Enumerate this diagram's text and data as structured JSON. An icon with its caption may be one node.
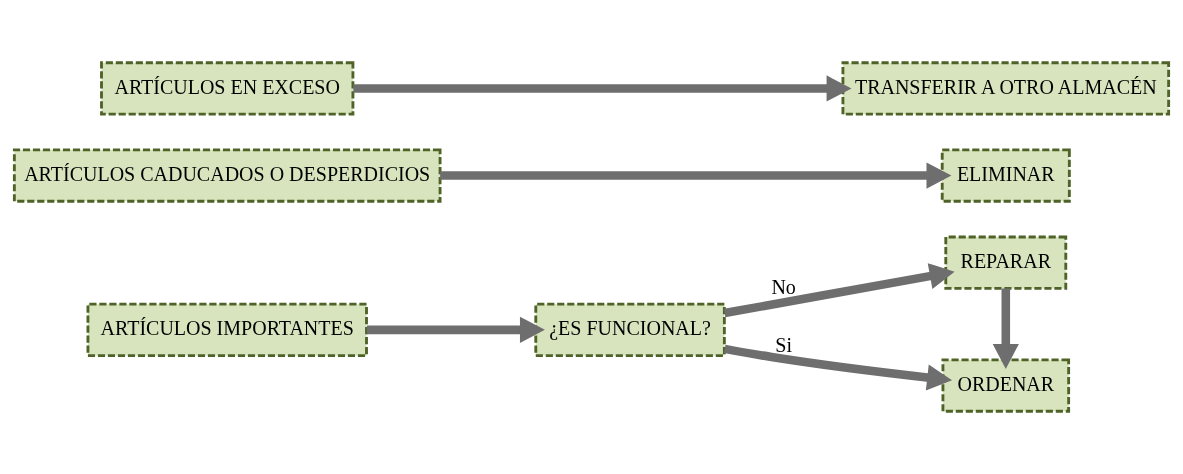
{
  "diagram": {
    "nodes": [
      {
        "text": [
          "ARTÍCULOS IMPORTANTES"
        ]
      },
      {
        "text": [
          "¿ES FUNCIONAL?"
        ]
      },
      {
        "text": [
          "ORDENAR"
        ]
      },
      {
        "text": [
          "REPARAR"
        ]
      },
      {
        "text": [
          "ARTÍCULOS CADUCADOS O DESPERDICIOS"
        ]
      },
      {
        "text": [
          "ELIMINAR"
        ]
      },
      {
        "text": [
          "ARTÍCULOS EN EXCESO"
        ]
      },
      {
        "text": [
          "TRANSFERIR A OTRO ALMACÉN"
        ]
      }
    ],
    "edges": [
      {
        "from": 0,
        "to": 1,
        "arrow": "to"
      },
      {
        "from": 1,
        "to": 2,
        "arrow": "to",
        "label": "Si"
      },
      {
        "from": 1,
        "to": 3,
        "arrow": "to",
        "label": "No"
      },
      {
        "from": 3,
        "to": 2,
        "arrow": "to"
      },
      {
        "from": 4,
        "to": 5,
        "arrow": "to"
      },
      {
        "from": 6,
        "to": 7,
        "arrow": "to"
      }
    ]
  }
}
